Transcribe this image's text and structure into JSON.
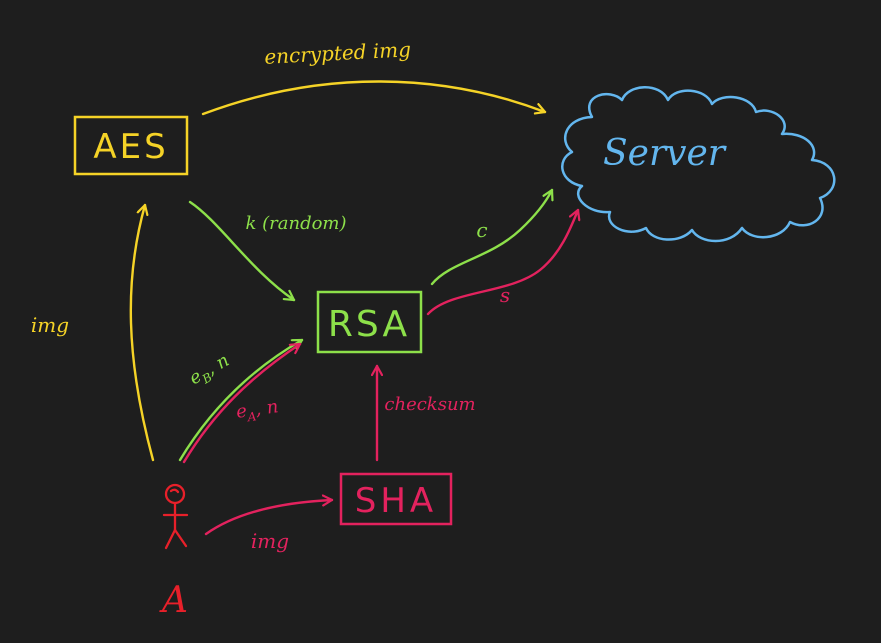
{
  "colors": {
    "background": "#1e1e1e",
    "aes": "#f5d327",
    "rsa": "#8de04a",
    "sha": "#e3225e",
    "server": "#63b6ee",
    "actor": "#e8202a"
  },
  "nodes": {
    "aes": "AES",
    "rsa": "RSA",
    "sha": "SHA",
    "server": "Server",
    "actor": "A"
  },
  "edges": {
    "aes_to_server": "encrypted img",
    "aes_to_rsa": "k (random)",
    "actor_to_aes": "img",
    "actor_to_sha": "img",
    "sha_to_rsa": "checksum",
    "rsa_to_server_c": "c",
    "rsa_to_server_s": "s",
    "server_key_to_rsa": "e",
    "server_key_subscript": "B",
    "server_key_suffix": ", n",
    "actor_key_to_rsa": "e",
    "actor_key_subscript": "A",
    "actor_key_suffix": ", n"
  }
}
